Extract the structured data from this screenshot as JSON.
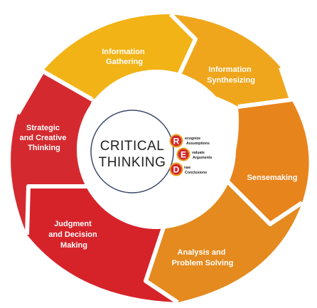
{
  "diagram": {
    "center": {
      "line1": "CRITICAL",
      "line2": "THINKING"
    },
    "red_model": [
      {
        "letter": "R",
        "cap": "R",
        "word_rest": "ecognize",
        "word2": "Assumptions"
      },
      {
        "letter": "E",
        "cap": "E",
        "word_rest": "valuate",
        "word2": "Arguments"
      },
      {
        "letter": "D",
        "cap": "D",
        "word_rest": "raw",
        "word2": "Conclusions"
      }
    ],
    "segments": [
      {
        "id": "information-gathering",
        "lines": [
          "Information",
          "Gathering"
        ],
        "color": "#F2B316"
      },
      {
        "id": "information-synthesizing",
        "lines": [
          "Information",
          "Synthesizing"
        ],
        "color": "#F0A01A"
      },
      {
        "id": "sensemaking",
        "lines": [
          "Sensemaking"
        ],
        "color": "#E8841C"
      },
      {
        "id": "analysis-problem-solving",
        "lines": [
          "Analysis and",
          "Problem Solving"
        ],
        "color": "#E48A1E"
      },
      {
        "id": "judgment-decision-making",
        "lines": [
          "Judgment",
          "and Decision",
          "Making"
        ],
        "color": "#D6232A"
      },
      {
        "id": "strategic-creative-thinking",
        "lines": [
          "Strategic",
          "and Creative",
          "Thinking"
        ],
        "color": "#D42A2F"
      }
    ],
    "colors": {
      "circle_stroke": "#3B4A6B",
      "red_letter_fill": "#D4262C",
      "red_letter_stroke": "#E8A020",
      "gap": "#ffffff"
    }
  }
}
